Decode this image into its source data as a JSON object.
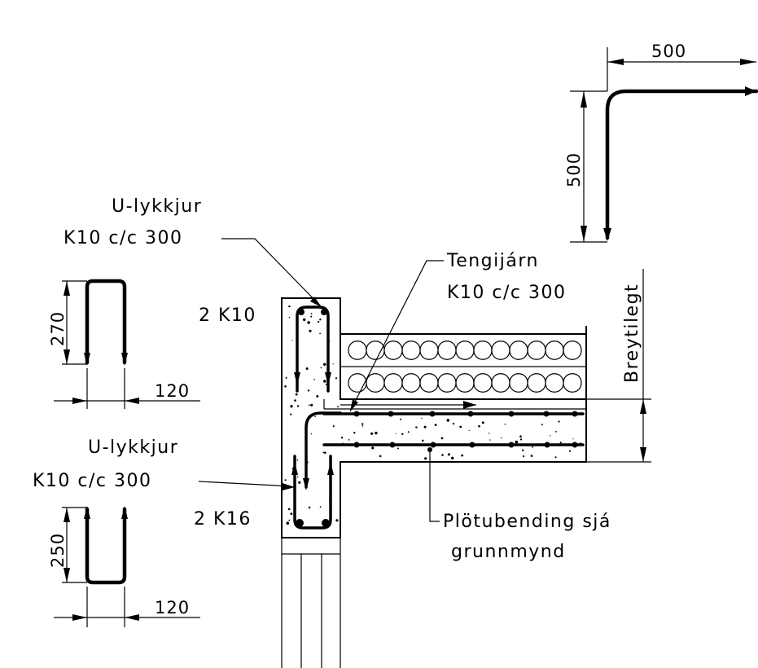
{
  "labels": {
    "u_top_title": "U-lykkjur",
    "u_top_spec": "K10 c/c 300",
    "u_bottom_title": "U-lykkjur",
    "u_bottom_spec": "K10 c/c 300",
    "tengi_title": "Tengijárn",
    "tengi_spec": "K10 c/c 300",
    "bars_top": "2 K10",
    "bars_bottom": "2 K16",
    "breytilegt": "Breytilegt",
    "plate_line1": "Plötubending sjá",
    "plate_line2": "grunnmynd"
  },
  "dimensions": {
    "l_bar_horizontal": "500",
    "l_bar_vertical": "500",
    "u_top_height": "270",
    "u_top_width": "120",
    "u_bottom_height": "250",
    "u_bottom_width": "120"
  },
  "colors": {
    "ink": "#000000",
    "paper": "#ffffff"
  }
}
